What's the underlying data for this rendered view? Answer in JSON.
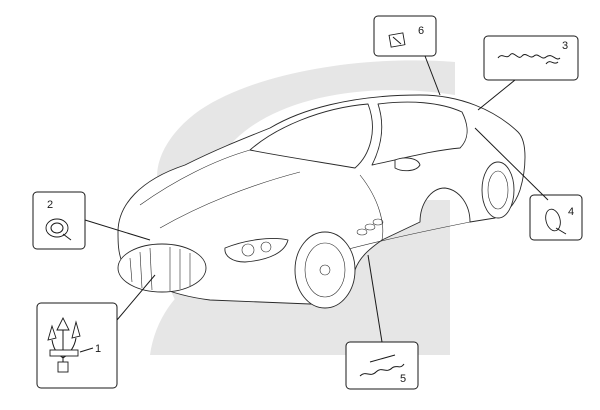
{
  "diagram": {
    "watermark_color": "#e6e6e6",
    "line_color": "#1a1a1a",
    "callouts": [
      {
        "id": "1",
        "label": "1",
        "part": "trident-front-emblem"
      },
      {
        "id": "2",
        "label": "2",
        "part": "round-badge"
      },
      {
        "id": "3",
        "label": "3",
        "part": "script-lettering"
      },
      {
        "id": "4",
        "label": "4",
        "part": "oval-rear-badge"
      },
      {
        "id": "5",
        "label": "5",
        "part": "side-script-lettering"
      },
      {
        "id": "6",
        "label": "6",
        "part": "small-square-badge"
      }
    ]
  }
}
